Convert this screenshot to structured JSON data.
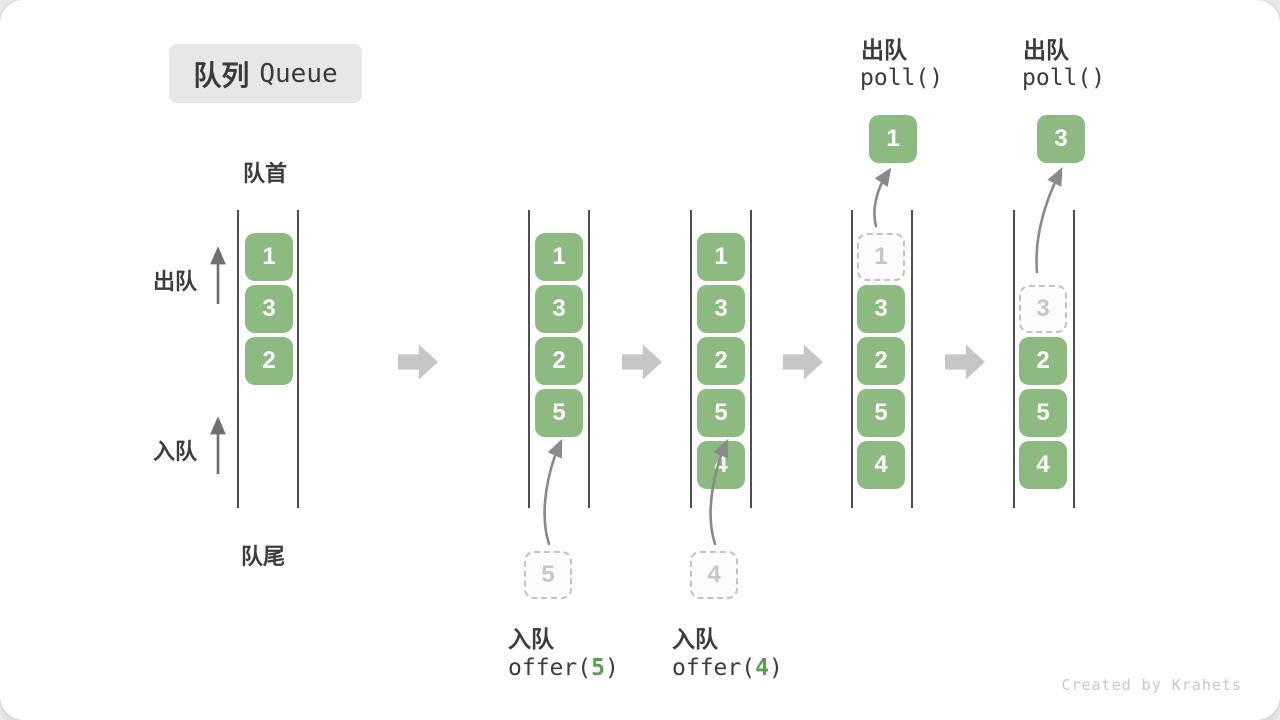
{
  "title": {
    "zh": "队列",
    "en": "Queue"
  },
  "labels": {
    "front": "队首",
    "rear": "队尾",
    "dequeue": "出队",
    "enqueue": "入队"
  },
  "states": [
    {
      "items": [
        "1",
        "3",
        "2"
      ]
    },
    {
      "items": [
        "1",
        "3",
        "2",
        "5"
      ],
      "incoming": "5"
    },
    {
      "items": [
        "1",
        "3",
        "2",
        "5",
        "4"
      ],
      "incoming": "4"
    },
    {
      "items": [
        "3",
        "2",
        "5",
        "4"
      ],
      "ghost": "1",
      "polled": "1"
    },
    {
      "items": [
        "2",
        "5",
        "4"
      ],
      "ghost": "3",
      "polled": "3"
    }
  ],
  "ops": {
    "offer5": {
      "label": "入队",
      "code_pre": "offer(",
      "arg": "5",
      "code_post": ")"
    },
    "offer4": {
      "label": "入队",
      "code_pre": "offer(",
      "arg": "4",
      "code_post": ")"
    },
    "poll_a": {
      "label": "出队",
      "code": "poll()"
    },
    "poll_b": {
      "label": "出队",
      "code": "poll()"
    }
  },
  "watermark": "Created by Krahets",
  "colors": {
    "cell_green": "#8cba80",
    "arg_green": "#5ba04f",
    "block_arrow_gray": "#c6c6c6",
    "wall_gray": "#4f4f4f",
    "text_dark": "#3c3c3c",
    "ghost_gray": "#c2c2c2",
    "curve_arrow_gray": "#8a8a8a",
    "chip_bg": "#e7e7e7"
  }
}
